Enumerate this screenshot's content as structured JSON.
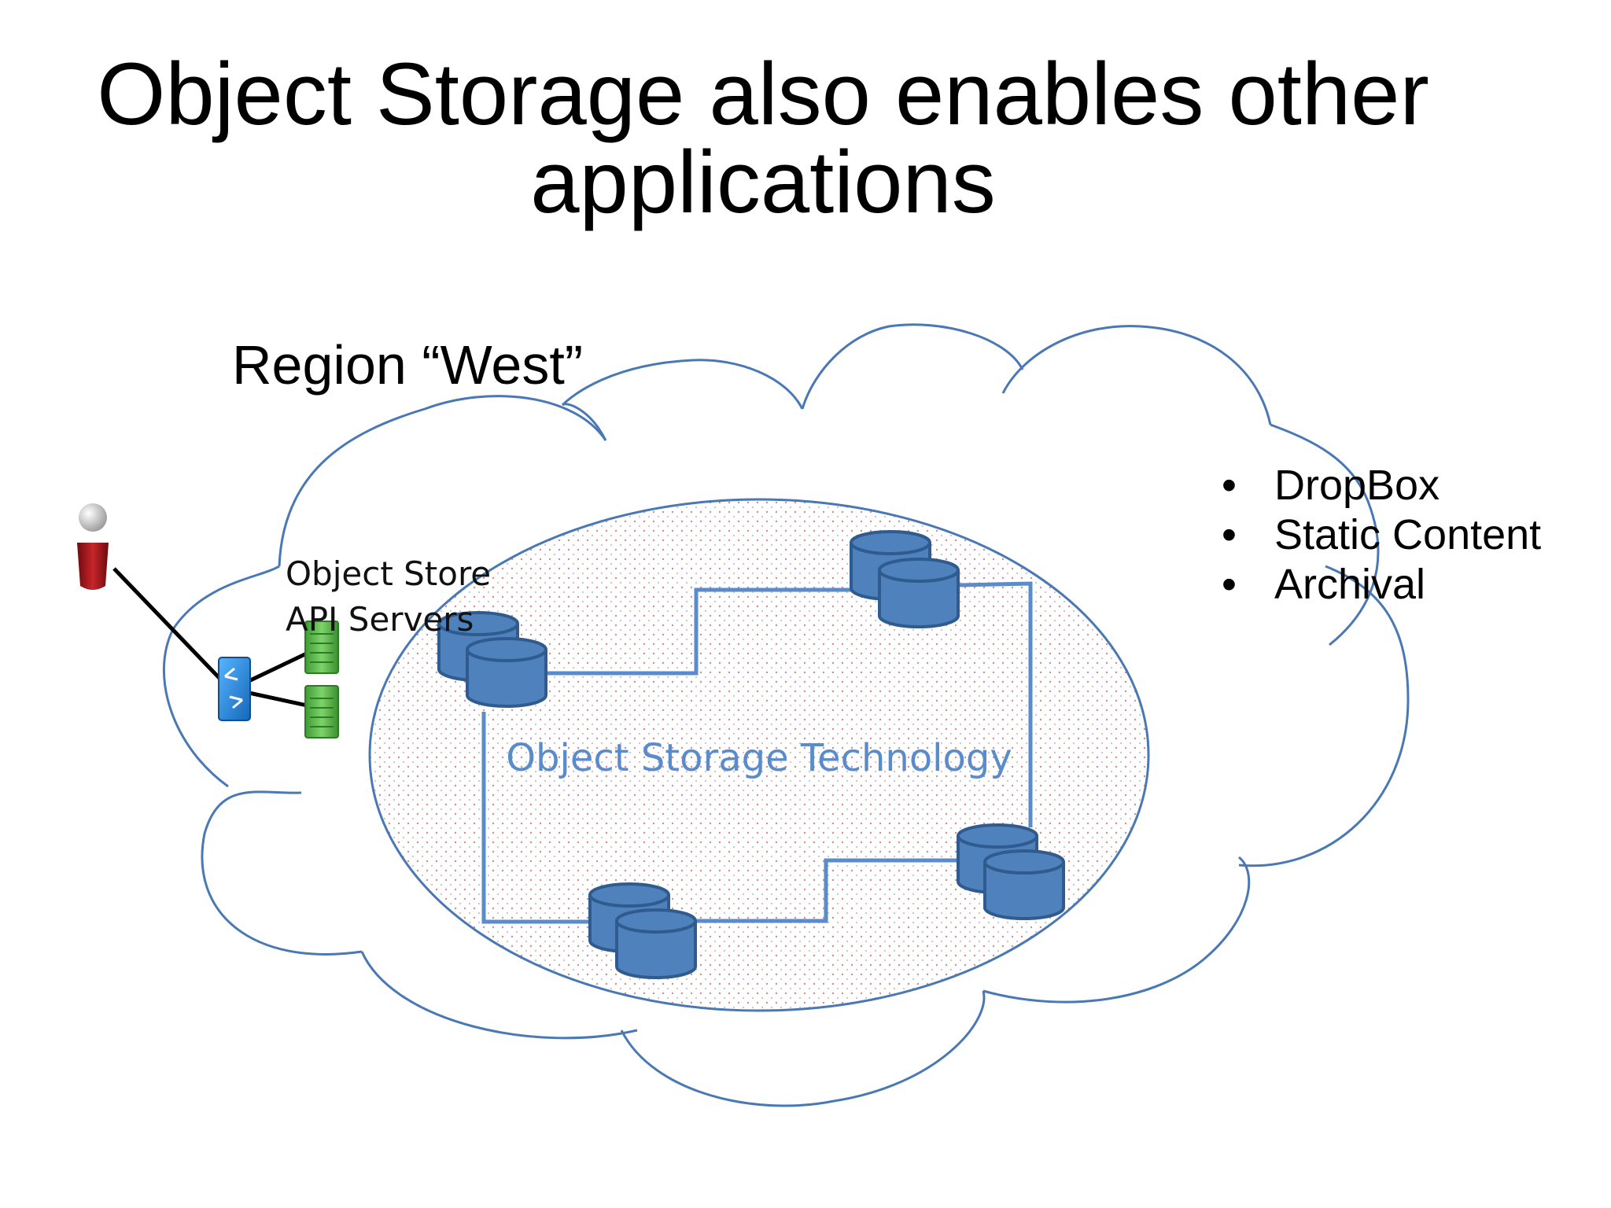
{
  "title": {
    "line1": "Object Storage also enables other",
    "line2": "applications"
  },
  "region": {
    "label": "Region “West”"
  },
  "api_servers": {
    "line1": "Object Store",
    "line2": "API Servers"
  },
  "storage_core": {
    "label": "Object Storage Technology"
  },
  "applications": {
    "bullet": "•",
    "items": [
      "DropBox",
      "Static Content",
      "Archival"
    ]
  },
  "icons": {
    "user": "user-icon",
    "switch": "network-switch-icon",
    "server": "server-icon",
    "storage": "database-icon"
  },
  "colors": {
    "outline_blue": "#4a78b4",
    "cylinder_fill": "#4f81bd",
    "cylinder_stroke": "#2f5b8f",
    "core_text": "#5a8bcb",
    "user_red": "#a31418",
    "server_green": "#5cb84a",
    "switch_blue": "#2a8de0"
  }
}
